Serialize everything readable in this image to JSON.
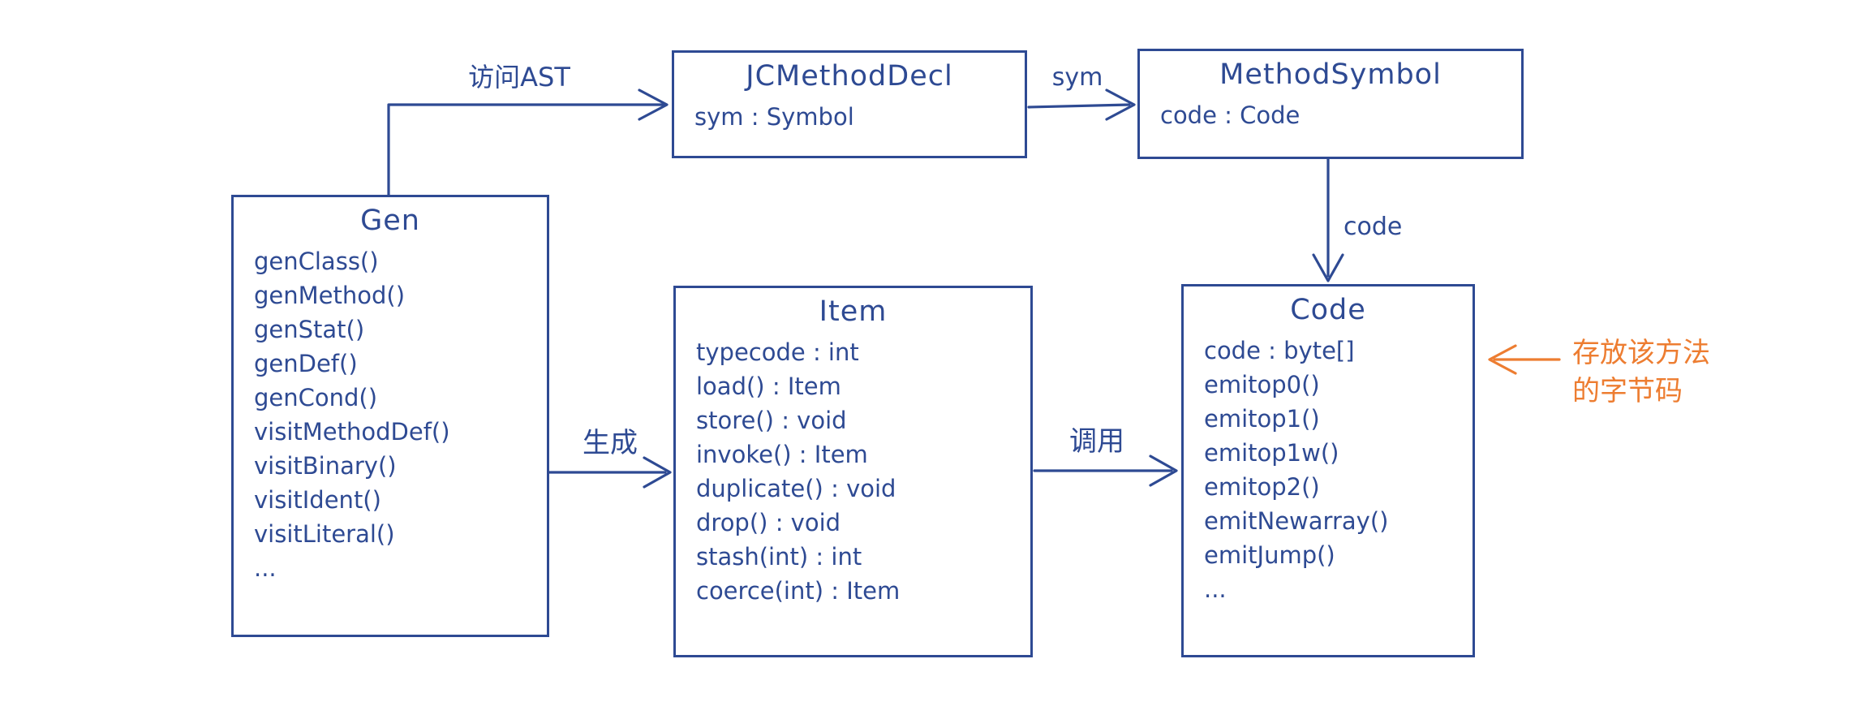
{
  "diagram": {
    "colors": {
      "primary": "#2e4a93",
      "annotation_orange": "#ed7d31",
      "background": "#ffffff"
    },
    "boxes": {
      "gen": {
        "title": "Gen",
        "members": [
          "genClass()",
          "genMethod()",
          "genStat()",
          "genDef()",
          "genCond()",
          "visitMethodDef()",
          "visitBinary()",
          "visitIdent()",
          "visitLiteral()",
          "..."
        ]
      },
      "jcMethodDecl": {
        "title": "JCMethodDecl",
        "members": [
          "sym : Symbol"
        ]
      },
      "methodSymbol": {
        "title": "MethodSymbol",
        "members": [
          "code : Code"
        ]
      },
      "item": {
        "title": "Item",
        "members": [
          "typecode : int",
          "load() : Item",
          "store() : void",
          "invoke() : Item",
          "duplicate() : void",
          "drop() : void",
          "stash(int) : int",
          "coerce(int) : Item"
        ]
      },
      "code": {
        "title": "Code",
        "members": [
          "code : byte[]",
          "emitop0()",
          "emitop1()",
          "emitop1w()",
          "emitop2()",
          "emitNewarray()",
          "emitJump()",
          "..."
        ]
      }
    },
    "edges": {
      "visitAst": {
        "label": "访问AST"
      },
      "sym": {
        "label": "sym"
      },
      "codeRef": {
        "label": "code"
      },
      "generate": {
        "label": "生成"
      },
      "invoke": {
        "label": "调用"
      }
    },
    "annotation": {
      "line1": "存放该方法",
      "line2": "的字节码"
    }
  }
}
